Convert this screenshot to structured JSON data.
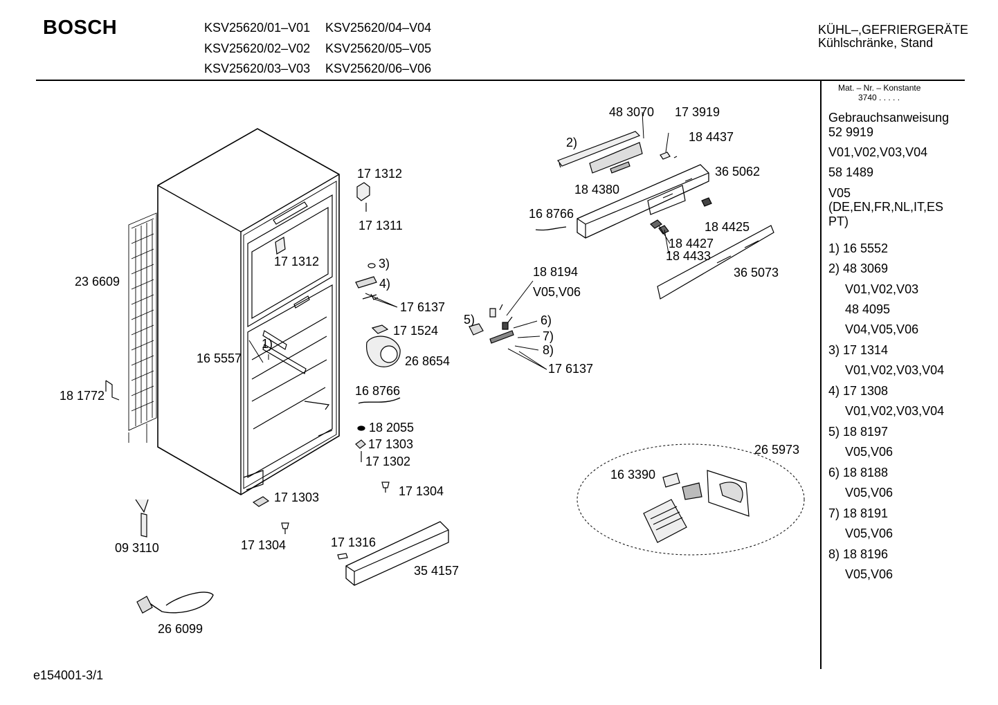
{
  "header": {
    "brand": "BOSCH",
    "models": [
      [
        "KSV25620/01–V01",
        "KSV25620/04–V04"
      ],
      [
        "KSV25620/02–V02",
        "KSV25620/05–V05"
      ],
      [
        "KSV25620/03–V03",
        "KSV25620/06–V06"
      ]
    ],
    "category_line1": "KÜHL–,GEFRIERGERÄTE",
    "category_line2": "Kühlschränke, Stand"
  },
  "sidebar": {
    "mat_label": "Mat. – Nr. – Konstante",
    "mat_value": "3740 .  .  .  .  .",
    "items": [
      {
        "text": "Gebrauchsanweisung",
        "indent": false
      },
      {
        "text": "52 9919",
        "indent": false
      },
      {
        "text": "V01,V02,V03,V04",
        "indent": false
      },
      {
        "text": "58 1489",
        "indent": false
      },
      {
        "text": "V05",
        "indent": false
      },
      {
        "text": "(DE,EN,FR,NL,IT,ES",
        "indent": false
      },
      {
        "text": "PT)",
        "indent": false
      },
      {
        "text": "1) 16 5552",
        "indent": false
      },
      {
        "text": "2) 48 3069",
        "indent": false
      },
      {
        "text": "V01,V02,V03",
        "indent": true
      },
      {
        "text": "48 4095",
        "indent": true
      },
      {
        "text": "V04,V05,V06",
        "indent": true
      },
      {
        "text": "3) 17 1314",
        "indent": false
      },
      {
        "text": "V01,V02,V03,V04",
        "indent": true
      },
      {
        "text": "4) 17 1308",
        "indent": false
      },
      {
        "text": "V01,V02,V03,V04",
        "indent": true
      },
      {
        "text": "5) 18 8197",
        "indent": false
      },
      {
        "text": "V05,V06",
        "indent": true
      },
      {
        "text": "6) 18 8188",
        "indent": false
      },
      {
        "text": "V05,V06",
        "indent": true
      },
      {
        "text": "7) 18 8191",
        "indent": false
      },
      {
        "text": "V05,V06",
        "indent": true
      },
      {
        "text": "8) 18 8196",
        "indent": false
      },
      {
        "text": "V05,V06",
        "indent": true
      }
    ]
  },
  "labels": {
    "p483070": "48 3070",
    "p173919": "17 3919",
    "m2": "2)",
    "p184437": "18 4437",
    "p365062": "36 5062",
    "p184380": "18 4380",
    "p168766a": "16 8766",
    "p184425": "18 4425",
    "p184427": "18 4427",
    "p184433": "18 4433",
    "p365073": "36 5073",
    "p171312a": "17 1312",
    "p171311": "17 1311",
    "p171312b": "17 1312",
    "p236609": "23 6609",
    "m3": "3)",
    "m4": "4)",
    "p176137a": "17 6137",
    "p171524": "17 1524",
    "p268654": "26 8654",
    "p165557": "16 5557",
    "m1": "1)",
    "p181772": "18 1772",
    "p168766b": "16 8766",
    "p182055": "18 2055",
    "p171303a": "17 1303",
    "p171302": "17 1302",
    "p171304a": "17 1304",
    "p171303b": "17 1303",
    "p171304b": "17 1304",
    "p093110": "09 3110",
    "p171316": "17 1316",
    "p354157": "35 4157",
    "p266099": "26 6099",
    "p188194": "18 8194",
    "v0506": "V05,V06",
    "m5": "5)",
    "m6": "6)",
    "m7": "7)",
    "m8": "8)",
    "p176137b": "17 6137",
    "p265973": "26 5973",
    "p163390": "16 3390"
  },
  "footer": {
    "doc_id": "e154001-3/1"
  }
}
